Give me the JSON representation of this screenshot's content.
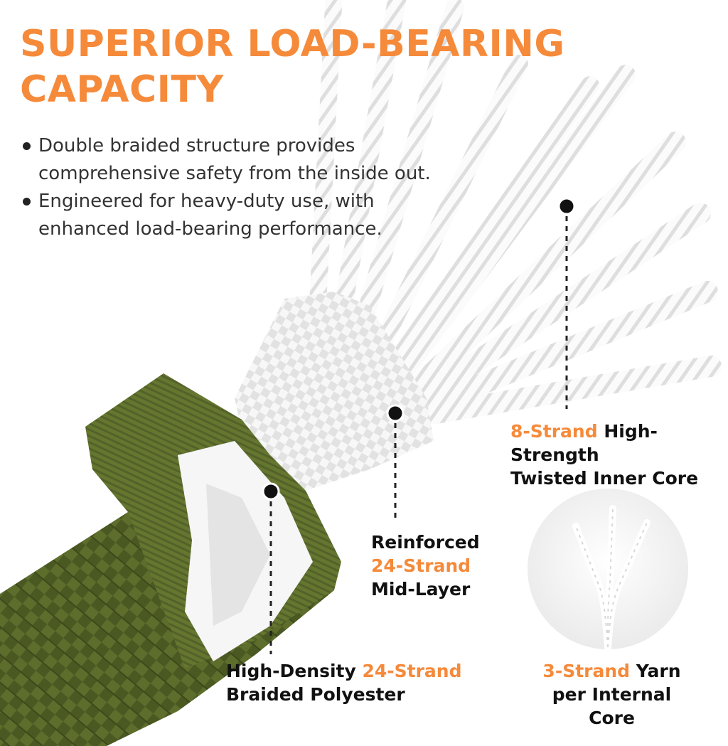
{
  "colors": {
    "accent": "#f58a3a",
    "text": "#111111",
    "body_text": "#333333",
    "rope_green": "#5b6b2a",
    "rope_white": "#f4f4f4"
  },
  "headline": {
    "line1": "SUPERIOR LOAD-BEARING",
    "line2": "CAPACITY"
  },
  "bullets": [
    {
      "line1": "Double braided structure provides",
      "line2": "comprehensive safety from the inside out."
    },
    {
      "line1": "Engineered for heavy-duty use, with",
      "line2": "enhanced load-bearing performance."
    }
  ],
  "callouts": {
    "inner_core": {
      "accent": "8-Strand",
      "rest": " High-Strength",
      "line2": "Twisted Inner Core"
    },
    "mid_layer": {
      "line1": "Reinforced",
      "accent": "24-Strand",
      "line3": "Mid-Layer"
    },
    "outer": {
      "line1_plain": "High-Density ",
      "accent": "24-Strand",
      "line2": "Braided Polyester"
    },
    "yarn": {
      "accent": "3-Strand",
      "rest": " Yarn",
      "line2": "per Internal Core"
    }
  }
}
